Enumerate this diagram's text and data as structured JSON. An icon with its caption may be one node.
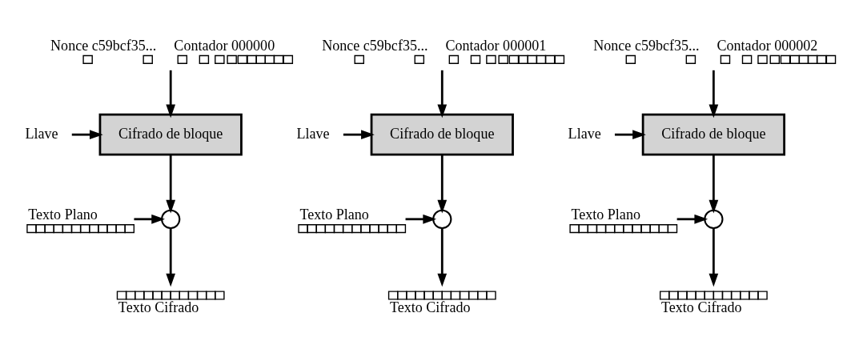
{
  "diagram": {
    "nodes": [
      {
        "text": [
          "Nonce c59bcf35...",
          "Contador 000000"
        ]
      },
      {
        "text": [
          "Llave"
        ]
      },
      {
        "text": [
          "Cifrado de bloque"
        ]
      },
      {
        "text": [
          "Texto Plano"
        ]
      },
      {
        "text": [],
        "shape": "circle"
      },
      {
        "text": [
          "Texto Cifrado"
        ]
      },
      {
        "text": [
          "Nonce c59bcf35...",
          "Contador 000001"
        ]
      },
      {
        "text": [
          "Llave"
        ]
      },
      {
        "text": [
          "Cifrado de bloque"
        ]
      },
      {
        "text": [
          "Texto Plano"
        ]
      },
      {
        "text": [],
        "shape": "circle"
      },
      {
        "text": [
          "Texto Cifrado"
        ]
      },
      {
        "text": [
          "Nonce c59bcf35...",
          "Contador 000002"
        ]
      },
      {
        "text": [
          "Llave"
        ]
      },
      {
        "text": [
          "Cifrado de bloque"
        ]
      },
      {
        "text": [
          "Texto Plano"
        ]
      },
      {
        "text": [],
        "shape": "circle"
      },
      {
        "text": [
          "Texto Cifrado"
        ]
      }
    ],
    "edges": [
      {
        "from": 0,
        "to": 2,
        "arrow": "to"
      },
      {
        "from": 1,
        "to": 2,
        "arrow": "to"
      },
      {
        "from": 2,
        "to": 4,
        "arrow": "to"
      },
      {
        "from": 3,
        "to": 4,
        "arrow": "to"
      },
      {
        "from": 4,
        "to": 5,
        "arrow": "to"
      },
      {
        "from": 6,
        "to": 8,
        "arrow": "to"
      },
      {
        "from": 7,
        "to": 8,
        "arrow": "to"
      },
      {
        "from": 8,
        "to": 10,
        "arrow": "to"
      },
      {
        "from": 9,
        "to": 10,
        "arrow": "to"
      },
      {
        "from": 10,
        "to": 11,
        "arrow": "to"
      },
      {
        "from": 12,
        "to": 14,
        "arrow": "to"
      },
      {
        "from": 13,
        "to": 14,
        "arrow": "to"
      },
      {
        "from": 14,
        "to": 16,
        "arrow": "to"
      },
      {
        "from": 15,
        "to": 16,
        "arrow": "to"
      },
      {
        "from": 16,
        "to": 17,
        "arrow": "to"
      }
    ]
  }
}
